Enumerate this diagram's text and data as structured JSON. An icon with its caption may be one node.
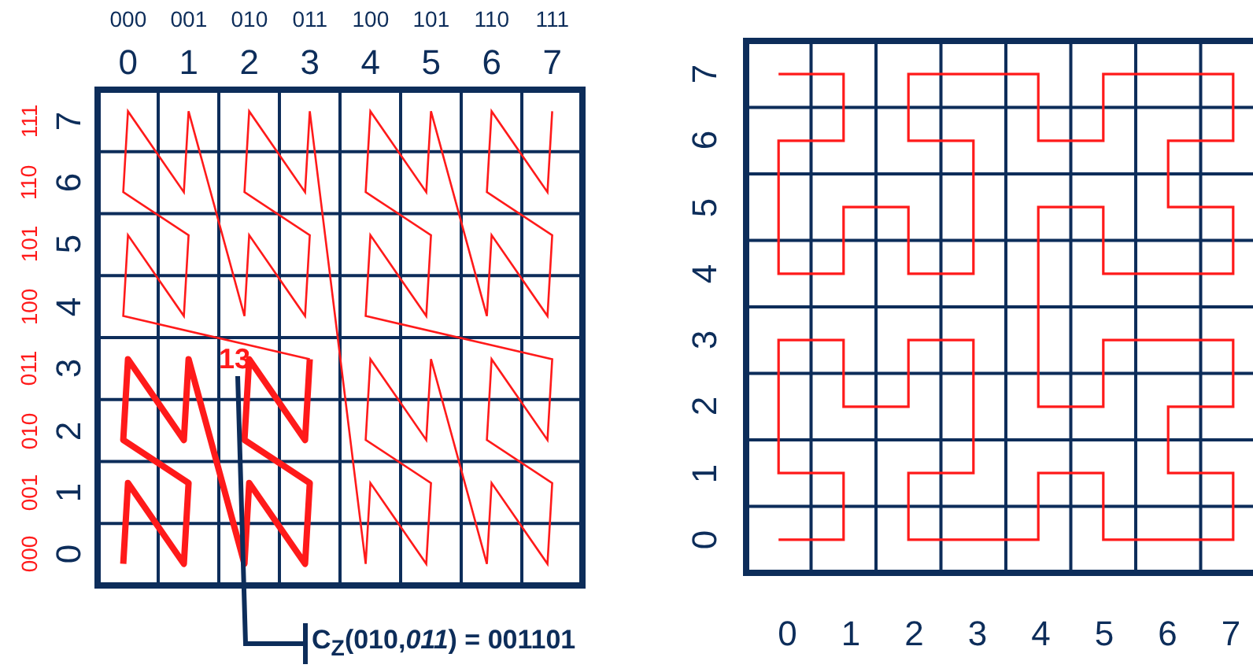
{
  "diagram": {
    "nodes": [
      {
        "text": [
          "C$_{Z}$(010,*011*) = 001101"
        ]
      },
      {
        "text": [
          "13"
        ]
      }
    ],
    "edges": [
      {
        "from": 0,
        "to": 1,
        "arrow": "none"
      }
    ],
    "labels": [
      "000",
      "001",
      "010",
      "011",
      "100",
      "101",
      "110",
      "111",
      "0",
      "1",
      "2",
      "3",
      "4",
      "5",
      "6",
      "7",
      "111",
      "110",
      "101",
      "100",
      "011",
      "010",
      "001",
      "000",
      "7",
      "6",
      "5",
      "4",
      "3",
      "2",
      "1",
      "0",
      "7",
      "6",
      "5",
      "4",
      "3",
      "2",
      "1",
      "0",
      "0",
      "1",
      "2",
      "3",
      "4",
      "5",
      "6",
      "7"
    ]
  }
}
